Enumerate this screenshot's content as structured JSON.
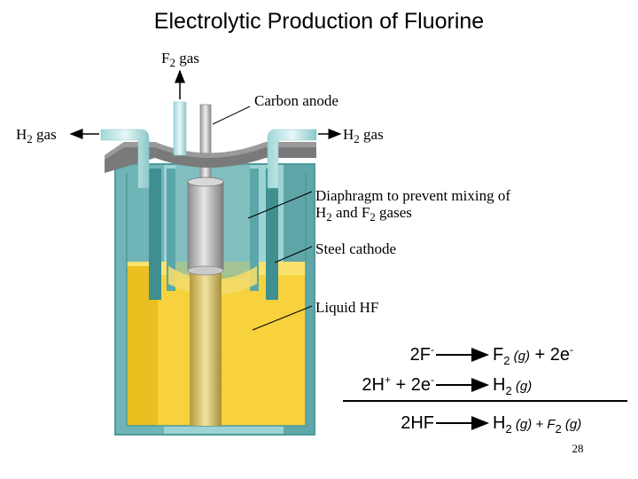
{
  "title": "Electrolytic Production of Fluorine",
  "labels": {
    "f2_gas": {
      "base": "F",
      "sub": "2",
      "rest": " gas"
    },
    "h2_left": {
      "base": "H",
      "sub": "2",
      "rest": " gas"
    },
    "h2_right": {
      "base": "H",
      "sub": "2",
      "rest": " gas"
    },
    "carbon_anode": "Carbon anode",
    "diaphragm_line1": "Diaphragm to prevent mixing of",
    "diaphragm_line2": {
      "h": "H",
      "h_sub": "2",
      "mid": " and F",
      "f_sub": "2",
      "rest": " gases"
    },
    "steel_cathode": "Steel cathode",
    "liquid_hf": "Liquid HF"
  },
  "equations": {
    "eq1": {
      "left": "2F",
      "left_sup": "-",
      "right_f": "F",
      "right_sub": "2",
      "right_g": " (g)",
      "right_rest": " + 2e",
      "right_sup": "-"
    },
    "eq2": {
      "left": "2H",
      "left_sup1": "+",
      "left_mid": " + 2e",
      "left_sup2": "-",
      "right_h": "H",
      "right_sub": "2",
      "right_g": " (g)"
    },
    "eq3": {
      "left": "2HF",
      "right_h": "H",
      "right_sub1": "2",
      "right_g1": " (g) + F",
      "right_sub2": "2",
      "right_g2": " (g)"
    }
  },
  "page_number": "28",
  "colors": {
    "liquid": "#f7d23c",
    "tank_wall": "#7fc2c4",
    "tank_dark": "#3f8f91",
    "lid": "#7a7a7a",
    "metal": "#b5b5b5"
  }
}
